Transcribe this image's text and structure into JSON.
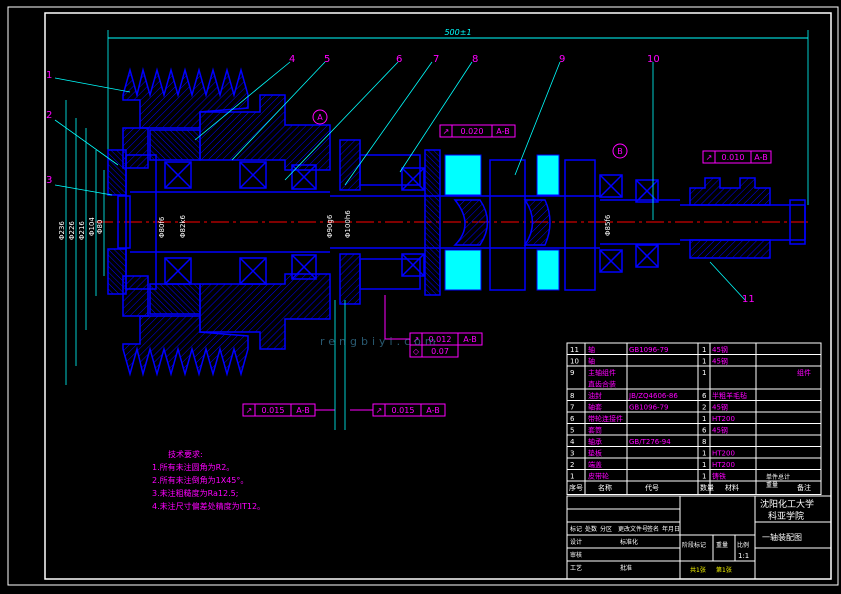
{
  "overall_dimension": "500±1",
  "callouts": [
    "1",
    "2",
    "3",
    "4",
    "5",
    "6",
    "7",
    "8",
    "9",
    "10",
    "11"
  ],
  "datum_labels": [
    "A",
    "B"
  ],
  "tolerance_frames": {
    "top": [
      "↗",
      "0.020",
      "A-B"
    ],
    "right": [
      "↗",
      "0.010",
      "A-B"
    ],
    "mid1": [
      "↗",
      "0.012",
      "A-B"
    ],
    "mid2": [
      "◇",
      "0.07"
    ],
    "bottom1": [
      "↗",
      "0.015",
      "A-B"
    ],
    "bottom2": [
      "↗",
      "0.015",
      "A-B"
    ]
  },
  "left_diameters": [
    "Φ236",
    "Φ226",
    "Φ216",
    "Φ104",
    "Φ80"
  ],
  "shaft_diameters": [
    "Φ80f6",
    "Φ82k6",
    "Φ90g6",
    "Φ100h6",
    "Φ85f6"
  ],
  "tech_requirements": {
    "title": "技术要求:",
    "lines": [
      "1.所有未注圆角为R2。",
      "2.所有未注倒角为1X45°。",
      "3.未注粗糙度为Ra12.5;",
      "4.未注尺寸偏差处精度为IT12。"
    ]
  },
  "bom": {
    "rows": [
      {
        "no": "11",
        "name": "轴",
        "code": "GB1096-79",
        "qty": "1",
        "material": "45钢",
        "note": ""
      },
      {
        "no": "10",
        "name": "轴",
        "code": "",
        "qty": "1",
        "material": "45钢",
        "note": ""
      },
      {
        "no": "9",
        "name": "主轴组件\n直齿合装",
        "code": "",
        "qty": "1",
        "material": "",
        "note": "组件"
      },
      {
        "no": "8",
        "name": "油封",
        "code": "JB/ZQ4606-86",
        "qty": "6",
        "material": "半粗羊毛毡",
        "note": ""
      },
      {
        "no": "7",
        "name": "轴套",
        "code": "GB1096-79",
        "qty": "2",
        "material": "45钢",
        "note": ""
      },
      {
        "no": "6",
        "name": "带轮连接件",
        "code": "",
        "qty": "1",
        "material": "HT200",
        "note": ""
      },
      {
        "no": "5",
        "name": "套筒",
        "code": "",
        "qty": "6",
        "material": "45钢",
        "note": ""
      },
      {
        "no": "4",
        "name": "轴承",
        "code": "GB/T276-94",
        "qty": "8",
        "material": "",
        "note": ""
      },
      {
        "no": "3",
        "name": "垫板",
        "code": "",
        "qty": "1",
        "material": "HT200",
        "note": ""
      },
      {
        "no": "2",
        "name": "端盖",
        "code": "",
        "qty": "1",
        "material": "HT200",
        "note": ""
      },
      {
        "no": "1",
        "name": "皮带轮",
        "code": "",
        "qty": "1",
        "material": "铸铁",
        "note": ""
      }
    ],
    "headers": [
      "序号",
      "名称",
      "代号",
      "数量",
      "材料",
      "备注"
    ],
    "extra": "单件总计\n重量"
  },
  "title_block": {
    "school_line1": "沈阳化工大学",
    "school_line2": "科亚学院",
    "drawing_name": "一轴装配图",
    "labels": {
      "mark": "标记",
      "count": "处数",
      "area": "分区",
      "doc": "更改文件号",
      "sign": "签名",
      "date": "年月日",
      "design": "设计",
      "standard": "标准化",
      "stage": "阶段标记",
      "weight": "重量",
      "scale": "比例",
      "scale_value": "1:1",
      "review": "审核",
      "process": "工艺",
      "approve": "批准",
      "sheets": "共1张",
      "sheet": "第1张"
    }
  },
  "watermark": "rengbiyi.com",
  "colors": {
    "background": "#000000",
    "outline": "#0000ff",
    "dimension": "#00ffff",
    "leader": "#ff00ff",
    "text": "#ffffff",
    "red": "#ff0000",
    "hatch": "#00ffff"
  }
}
